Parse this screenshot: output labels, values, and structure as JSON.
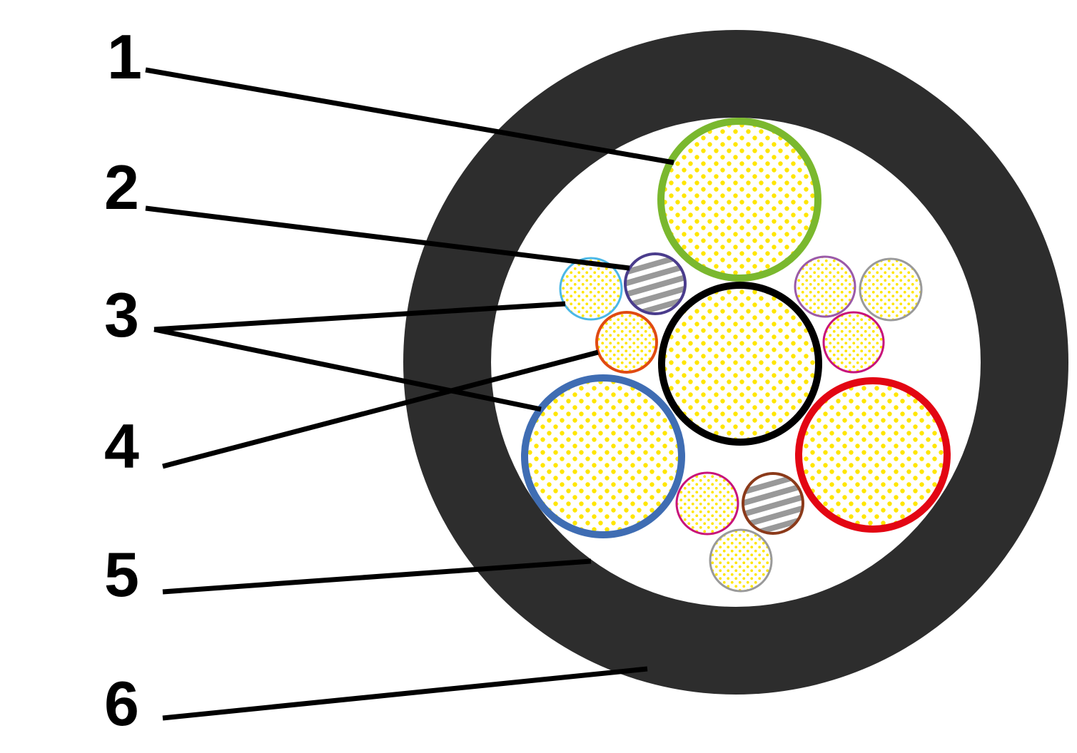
{
  "callouts": [
    {
      "id": "1",
      "label": "1",
      "target": "green-core"
    },
    {
      "id": "2",
      "label": "2",
      "target": "striped-wire-purple"
    },
    {
      "id": "3",
      "label": "3",
      "target": "small-cores-and-blue-core"
    },
    {
      "id": "4",
      "label": "4",
      "target": "orange-core"
    },
    {
      "id": "5",
      "label": "5",
      "target": "filler-space"
    },
    {
      "id": "6",
      "label": "6",
      "target": "outer-jacket"
    }
  ],
  "colors": {
    "jacket": "#2d2d2d",
    "filler": "#ffffff",
    "strand_dot": "#ffe600",
    "green": "#7ab82e",
    "black": "#000000",
    "blue": "#3f6db3",
    "red": "#e30613",
    "light_blue": "#4bb8e6",
    "dark_purple": "#4a3c8c",
    "orange": "#e04a12",
    "violet": "#9b5aa8",
    "grey": "#9a9a9a",
    "magenta": "#c8137a",
    "brown": "#8b3a1a",
    "stripe": "#999999"
  },
  "cores": [
    {
      "name": "green-core",
      "color": "green",
      "pattern": "dots"
    },
    {
      "name": "black-core",
      "color": "black",
      "pattern": "dots"
    },
    {
      "name": "blue-core",
      "color": "blue",
      "pattern": "dots"
    },
    {
      "name": "red-core",
      "color": "red",
      "pattern": "dots"
    },
    {
      "name": "light-blue-core",
      "color": "light_blue",
      "pattern": "dots"
    },
    {
      "name": "striped-wire-purple",
      "color": "dark_purple",
      "pattern": "stripes"
    },
    {
      "name": "orange-core",
      "color": "orange",
      "pattern": "dots"
    },
    {
      "name": "violet-core",
      "color": "violet",
      "pattern": "dots"
    },
    {
      "name": "grey-core-upper",
      "color": "grey",
      "pattern": "dots"
    },
    {
      "name": "magenta-core-right",
      "color": "magenta",
      "pattern": "dots"
    },
    {
      "name": "magenta-core-bottom",
      "color": "magenta",
      "pattern": "dots"
    },
    {
      "name": "striped-wire-brown",
      "color": "brown",
      "pattern": "stripes"
    },
    {
      "name": "grey-core-bottom",
      "color": "grey",
      "pattern": "dots"
    }
  ]
}
